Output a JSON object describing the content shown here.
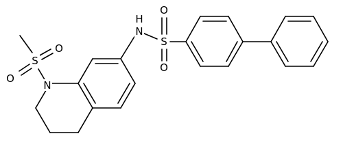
{
  "structure": {
    "atom_labels": {
      "n_sulfonamide": "N",
      "h_sulfonamide": "H",
      "s_sulfonamide": "S",
      "o_sulfonamide_top": "O",
      "o_sulfonamide_bottom": "O",
      "s_mesyl": "S",
      "o_mesyl_right": "O",
      "o_mesyl_bottom": "O",
      "n_ring": "N"
    }
  }
}
